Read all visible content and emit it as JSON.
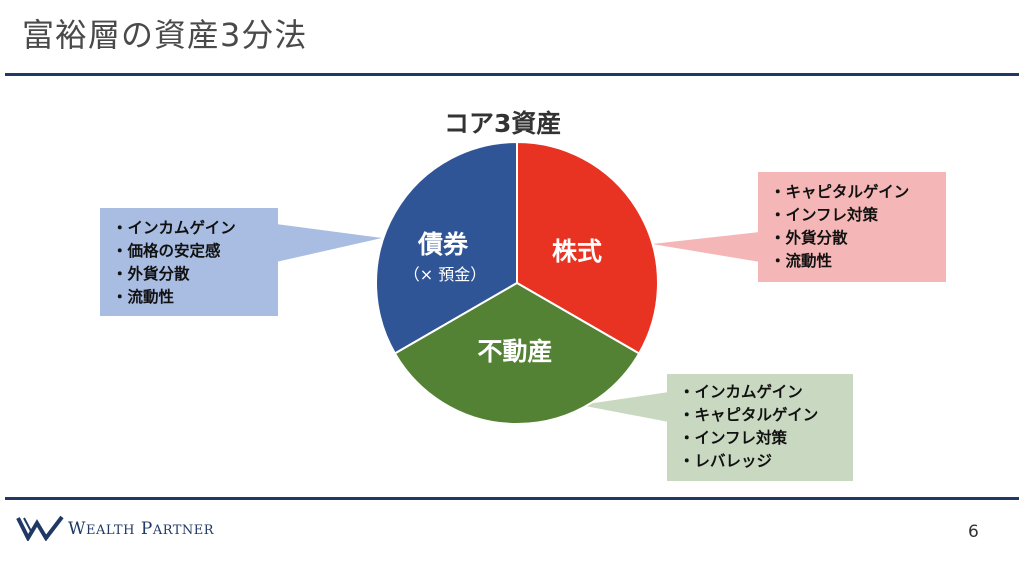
{
  "slide": {
    "title": "富裕層の資産3分法",
    "pie_title": "コア3資産",
    "page_number": "6"
  },
  "pie": {
    "segments": [
      {
        "key": "bonds",
        "label": "債券",
        "sublabel": "（× 預金）",
        "color": "#2f5597"
      },
      {
        "key": "stocks",
        "label": "株式",
        "color": "#e83323"
      },
      {
        "key": "realestate",
        "label": "不動産",
        "color": "#548235"
      }
    ]
  },
  "callouts": {
    "bonds": {
      "color": "#a9bde3",
      "items": [
        "・インカムゲイン",
        "・価格の安定感",
        "・外貨分散",
        "・流動性"
      ]
    },
    "stocks": {
      "color": "#f4b6b6",
      "items": [
        "・キャピタルゲイン",
        "・インフレ対策",
        "・外貨分散",
        "・流動性"
      ]
    },
    "realestate": {
      "color": "#c9d8c0",
      "items": [
        "・インカムゲイン",
        "・キャピタルゲイン",
        "・インフレ対策",
        "・レバレッジ"
      ]
    }
  },
  "footer": {
    "brand_initial_1": "W",
    "brand_rest_1": "EALTH",
    "brand_initial_2": "P",
    "brand_rest_2": "ARTNER",
    "logo_color": "#1f3864"
  }
}
